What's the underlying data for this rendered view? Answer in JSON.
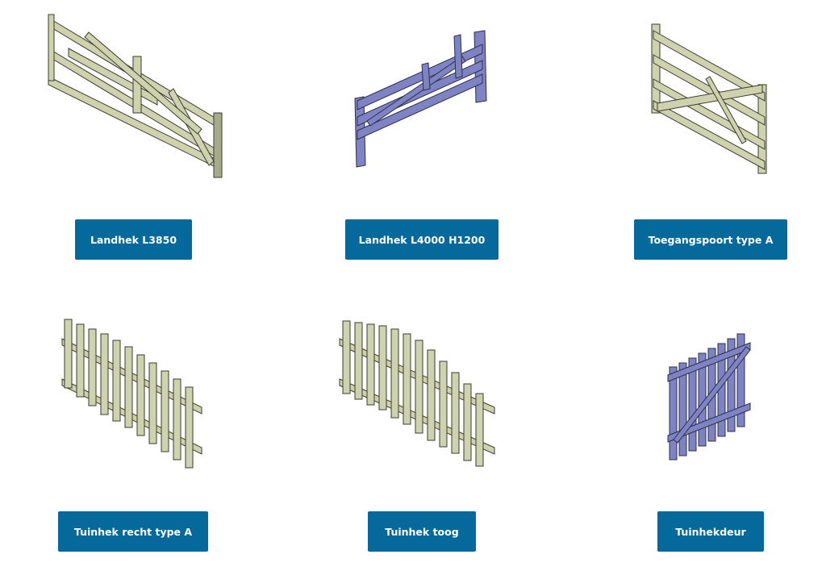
{
  "products": [
    {
      "label": "Landhek L3850",
      "icon": "landhek-l3850-drawing",
      "color": "#cfd3ad"
    },
    {
      "label": "Landhek L4000 H1200",
      "icon": "landhek-l4000-h1200-drawing",
      "color": "#7d83c4"
    },
    {
      "label": "Toegangspoort type A",
      "icon": "toegangspoort-type-a-drawing",
      "color": "#cfd3ad"
    },
    {
      "label": "Tuinhek recht type A",
      "icon": "tuinhek-recht-type-a-drawing",
      "color": "#cfd3ad"
    },
    {
      "label": "Tuinhek toog",
      "icon": "tuinhek-toog-drawing",
      "color": "#cfd3ad"
    },
    {
      "label": "Tuinhekdeur",
      "icon": "tuinhekdeur-drawing",
      "color": "#7d83c4"
    }
  ],
  "theme": {
    "button_bg": "#05699c",
    "button_text": "#ffffff"
  }
}
